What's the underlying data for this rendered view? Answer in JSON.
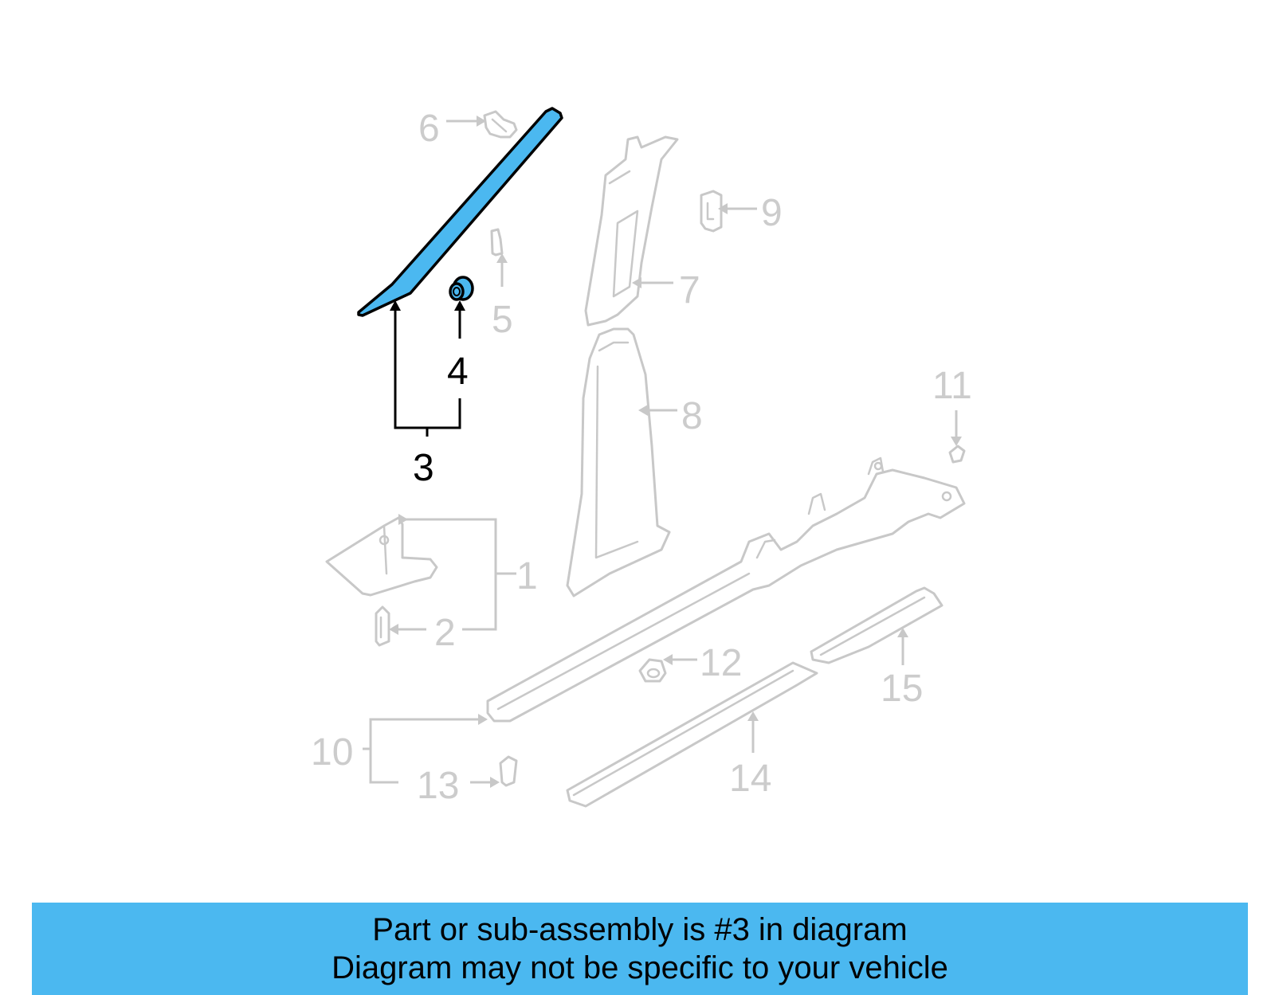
{
  "callouts": {
    "c1": "1",
    "c2": "2",
    "c3": "3",
    "c4": "4",
    "c5": "5",
    "c6": "6",
    "c7": "7",
    "c8": "8",
    "c9": "9",
    "c10": "10",
    "c11": "11",
    "c12": "12",
    "c13": "13",
    "c14": "14",
    "c15": "15"
  },
  "highlight": {
    "callout": "3",
    "color": "#4bb8f0"
  },
  "banner": {
    "line1": "Part or sub-assembly is #3 in diagram",
    "line2": "Diagram may not be specific to your vehicle",
    "background": "#4bb8f0"
  }
}
